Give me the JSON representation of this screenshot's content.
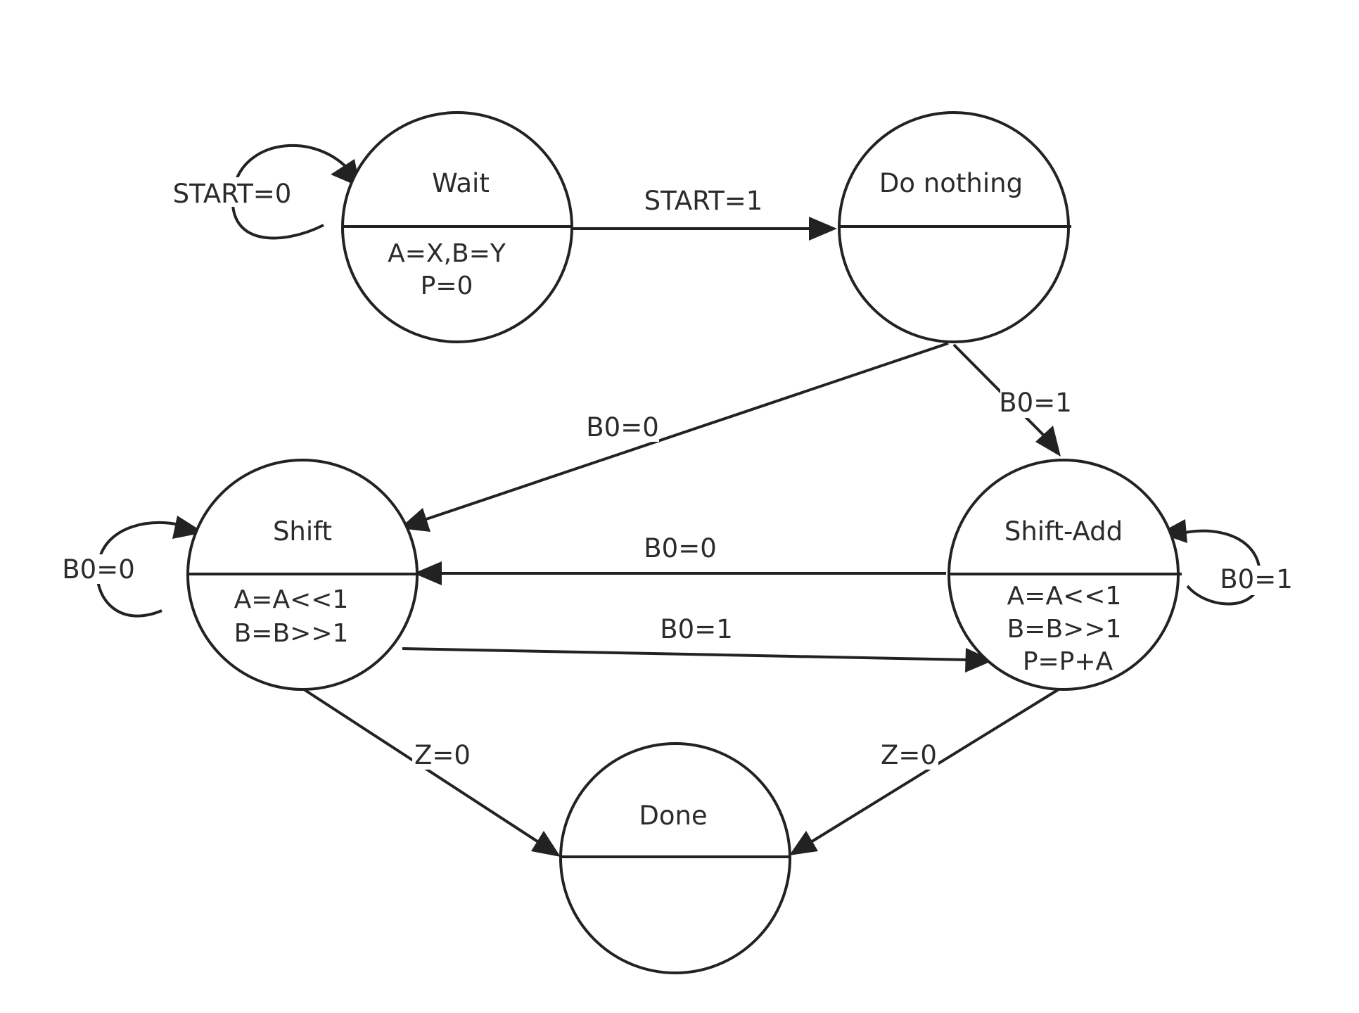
{
  "states": {
    "wait": {
      "name": "Wait",
      "actions": [
        "A=X,B=Y",
        "P=0"
      ]
    },
    "do_nothing": {
      "name": "Do nothing",
      "actions": []
    },
    "shift": {
      "name": "Shift",
      "actions": [
        "A=A<<1",
        "B=B>>1"
      ]
    },
    "shift_add": {
      "name": "Shift-Add",
      "actions": [
        "A=A<<1",
        "B=B>>1",
        "P=P+A"
      ]
    },
    "done": {
      "name": "Done",
      "actions": []
    }
  },
  "transitions": {
    "wait_self": "START=0",
    "wait_to_donothing": "START=1",
    "donothing_to_shift": "B0=0",
    "donothing_to_shiftadd": "B0=1",
    "shift_self": "B0=0",
    "shiftadd_to_shift": "B0=0",
    "shift_to_shiftadd": "B0=1",
    "shiftadd_self": "B0=1",
    "shift_to_done": "Z=0",
    "shiftadd_to_done": "Z=0"
  },
  "colors": {
    "stroke": "#222222",
    "text": "#2b2b2b",
    "background": "#ffffff"
  }
}
